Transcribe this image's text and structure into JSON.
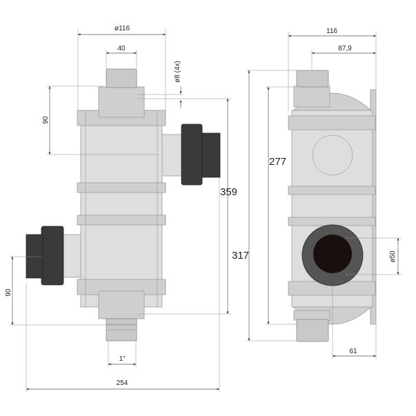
{
  "drawing": {
    "front_view": {
      "dimensions": {
        "diameter_body": "ø116",
        "top_fitting_width": "40",
        "mount_holes": "ø8 (4x)",
        "top_port_offset": "90",
        "total_height": "359",
        "bottom_port_offset": "90",
        "bottom_thread": "1\"",
        "total_width": "254"
      }
    },
    "side_view": {
      "dimensions": {
        "body_width": "116",
        "fitting_offset": "87,9",
        "overall_height": "317",
        "flange_height": "277",
        "port_diameter": "ø50",
        "port_offset": "61"
      }
    },
    "colors": {
      "body": "#dedede",
      "union": "#3a3a3a",
      "port_bore": "#1a0f0f"
    }
  }
}
